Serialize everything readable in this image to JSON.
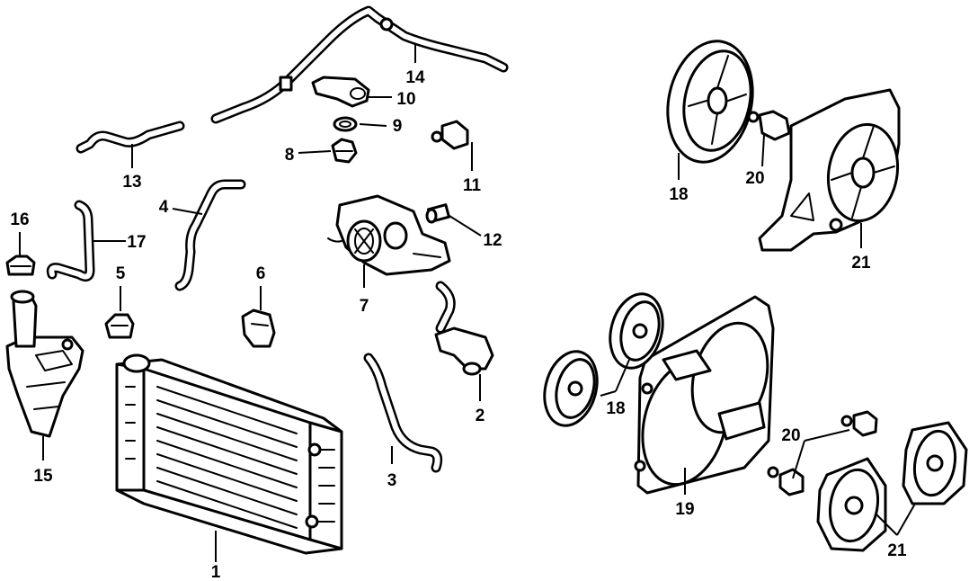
{
  "callouts": {
    "c1": "1",
    "c2": "2",
    "c3": "3",
    "c4": "4",
    "c5": "5",
    "c6": "6",
    "c7": "7",
    "c8": "8",
    "c9": "9",
    "c10": "10",
    "c11": "11",
    "c12": "12",
    "c13": "13",
    "c14": "14",
    "c15": "15",
    "c16": "16",
    "c17": "17",
    "c18a": "18",
    "c18b": "18",
    "c19": "19",
    "c20a": "20",
    "c20b": "20",
    "c21a": "21",
    "c21b": "21"
  }
}
